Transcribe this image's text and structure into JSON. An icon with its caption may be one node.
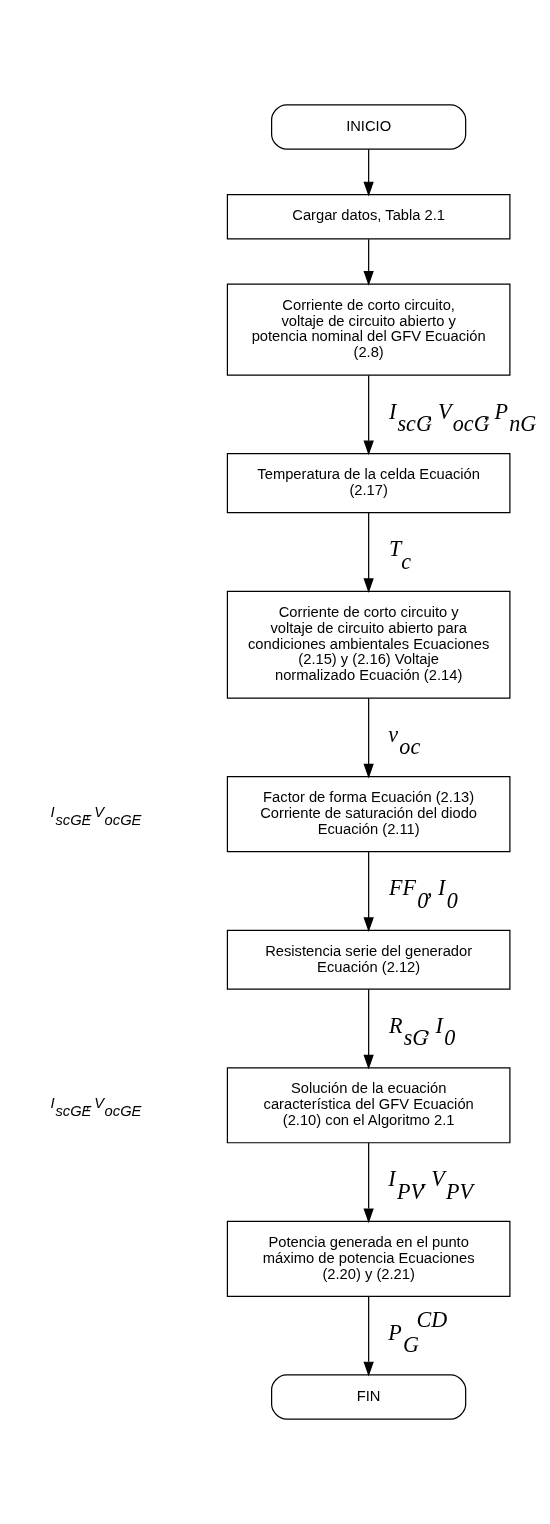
{
  "diagram": {
    "nodes": [
      {
        "text": [
          "INICIO"
        ]
      },
      {
        "text": [
          "Cargar datos, Tabla 2.1"
        ]
      },
      {
        "text": [
          "Corriente de corto circuito, voltaje de circuito abierto y potencia nominal del GFV Ecuación (2.8)"
        ]
      },
      {
        "text": [
          "Temperatura de la celda Ecuación (2.17)"
        ]
      },
      {
        "text": [
          "Corriente de corto circuito y voltaje de circuito abierto para condiciones ambientales Ecuaciones (2.15) y (2.16) Voltaje normalizado Ecuación (2.14)"
        ]
      },
      {
        "text": [
          "Factor de forma Ecuación (2.13) Corriente de saturación del diodo Ecuación (2.11)"
        ]
      },
      {
        "text": [
          "Resistencia serie del generador Ecuación (2.12)"
        ]
      },
      {
        "text": [
          "Solución de la ecuación característica del GFV Ecuación (2.10) con el Algoritmo 2.1"
        ]
      },
      {
        "text": [
          "Potencia generada en el punto máximo de potencia Ecuaciones (2.20) y (2.21)"
        ]
      },
      {
        "text": [
          "FIN"
        ]
      }
    ],
    "edges": [
      {
        "from": 0,
        "to": 1,
        "arrow": "to"
      },
      {
        "from": 1,
        "to": 2,
        "arrow": "to"
      },
      {
        "from": 2,
        "to": 3,
        "arrow": "to",
        "label": "I$_{scG}$, V$_{ocG}$, P$_{nG}$"
      },
      {
        "from": 3,
        "to": 4,
        "arrow": "to",
        "label": "T$_{c}$"
      },
      {
        "from": 4,
        "to": 5,
        "arrow": "to",
        "label": "v$_{oc}$"
      },
      {
        "from": 5,
        "to": 6,
        "arrow": "to",
        "label": "FF$_{0}$, I$_{0}$"
      },
      {
        "from": 6,
        "to": 7,
        "arrow": "to",
        "label": "R$_{sG}$, I$_{0}$"
      },
      {
        "from": 7,
        "to": 8,
        "arrow": "to",
        "label": "I$_{PV}$, V$_{PV}$"
      },
      {
        "from": 8,
        "to": 9,
        "arrow": "to",
        "label": "P$_{G}$$^{CD}$"
      }
    ],
    "labels": [
      "I$_{scGE}$, V$_{ocGE}$",
      "I$_{scGE}$, V$_{ocGE}$"
    ]
  }
}
